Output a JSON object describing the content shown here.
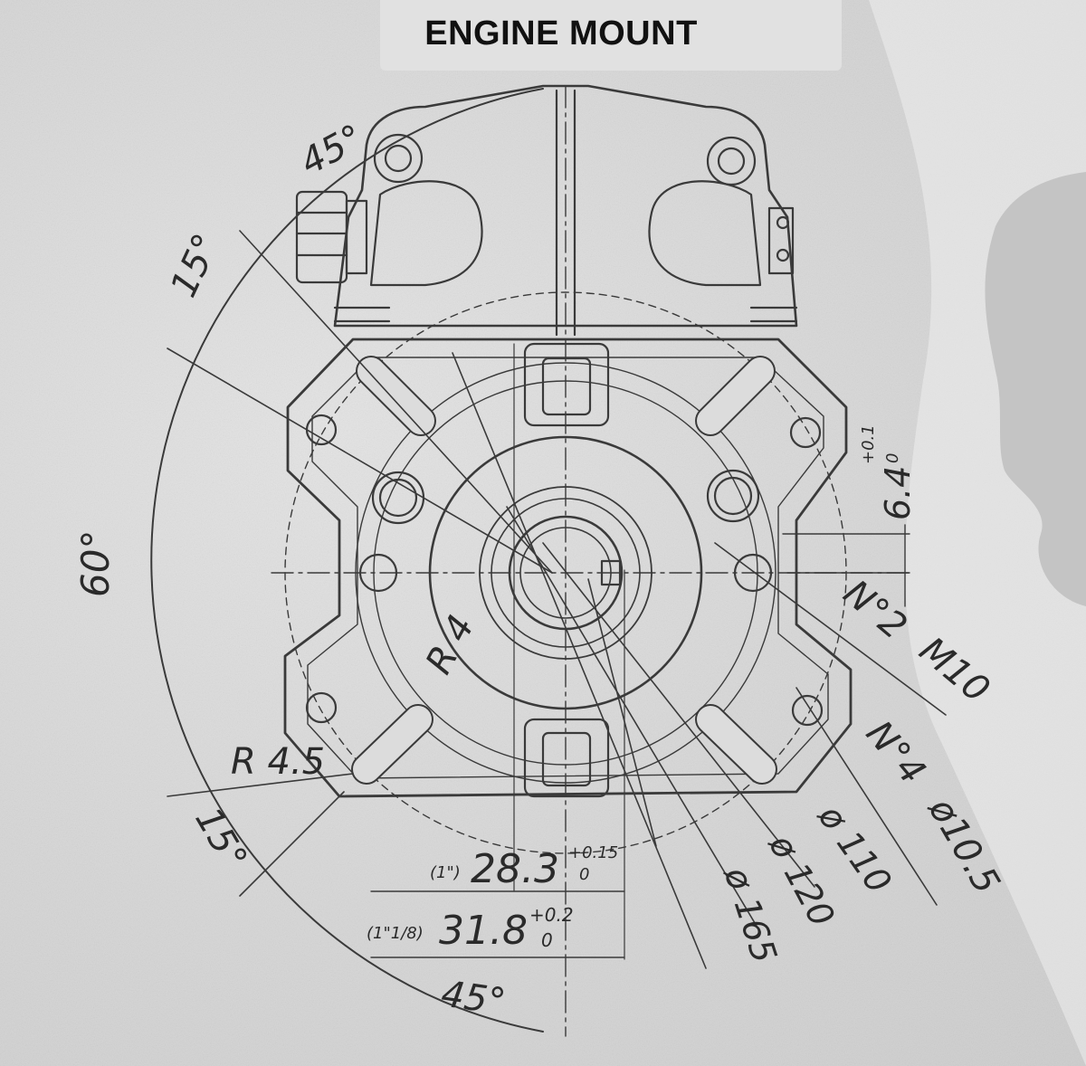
{
  "title": "ENGINE MOUNT",
  "angles": {
    "top_45": "45°",
    "upper_15": "15°",
    "left_60": "60°",
    "lower_15": "15°",
    "bottom_45": "45°"
  },
  "radii": {
    "r4": "R 4",
    "r45": "R 4.5"
  },
  "tolerances": {
    "dim_64": "6.4",
    "dim_64_tol_upper": "+0.1",
    "dim_64_tol_lower": "0",
    "shaft_1_prefix": "(1\")",
    "shaft_1_value": "28.3",
    "shaft_1_tol_upper": "+0.15",
    "shaft_1_tol_lower": "0",
    "shaft_2_prefix": "(1\"1/8)",
    "shaft_2_value": "31.8",
    "shaft_2_tol_upper": "+0.2",
    "shaft_2_tol_lower": "0"
  },
  "holes": {
    "n2": "N°2",
    "m10": "M10",
    "n4": "N°4",
    "d105": "ø10.5"
  },
  "diameters": {
    "d165": "ø 165",
    "d120": "ø 120",
    "d110": "ø 110"
  },
  "colors": {
    "background": "#d6d6d6",
    "line": "#3a3a3a",
    "text": "#111111"
  }
}
